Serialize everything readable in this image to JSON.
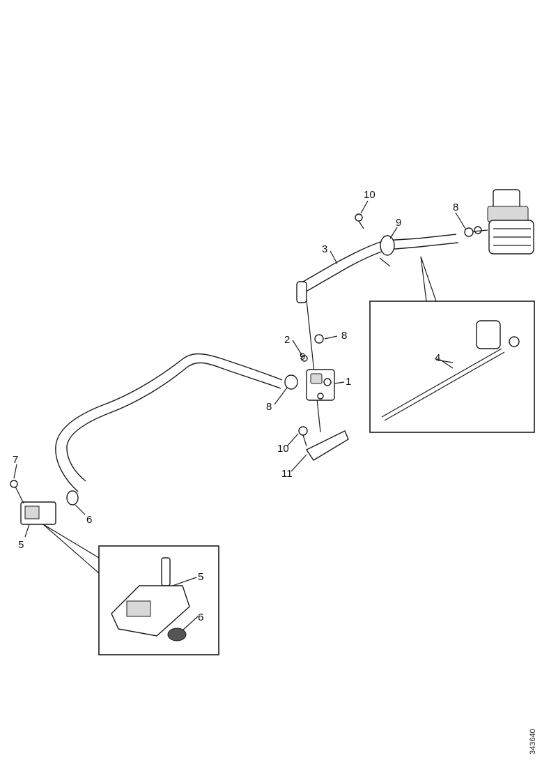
{
  "diagram": {
    "reference_id": "343640",
    "callouts": {
      "c1": "1",
      "c2": "2",
      "c3": "3",
      "c4": "4",
      "c5a": "5",
      "c5b": "5",
      "c6a": "6",
      "c6b": "6",
      "c7": "7",
      "c8a": "8",
      "c8b": "8",
      "c8c": "8",
      "c9a": "9",
      "c9b": "9",
      "c10a": "10",
      "c10b": "10",
      "c11": "11"
    }
  }
}
